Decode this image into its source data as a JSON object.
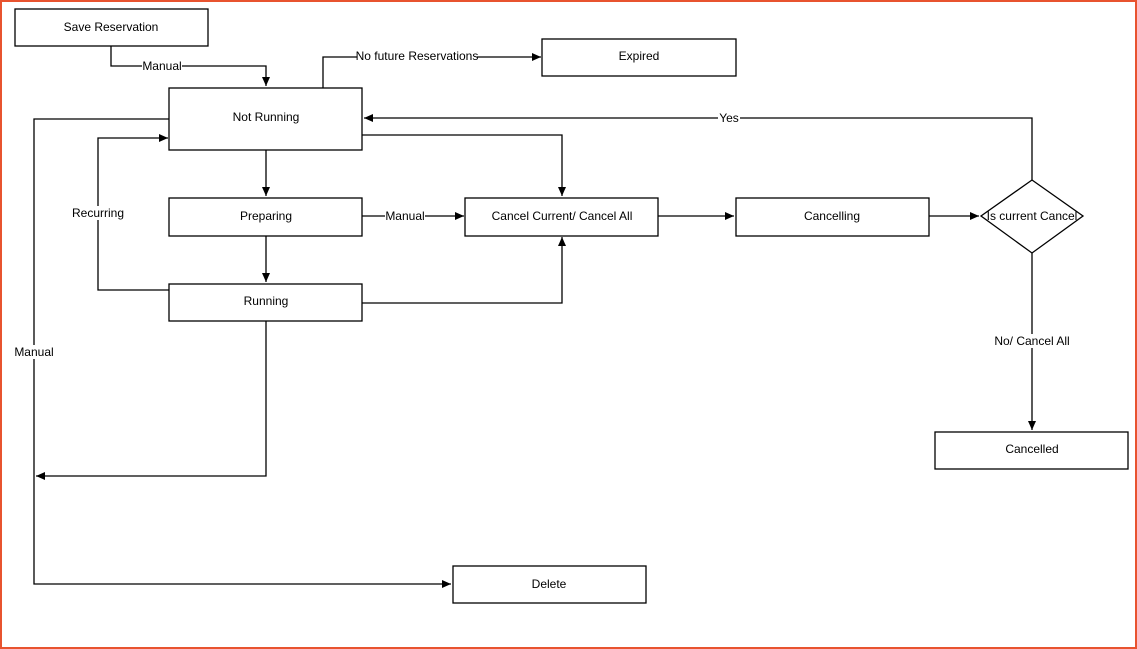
{
  "nodes": {
    "save_reservation": "Save Reservation",
    "not_running": "Not Running",
    "expired": "Expired",
    "preparing": "Preparing",
    "cancel_current": "Cancel Current/ Cancel All",
    "cancelling": "Cancelling",
    "is_current_cancel": "Is current Cancel",
    "running": "Running",
    "cancelled": "Cancelled",
    "delete": "Delete"
  },
  "edges": {
    "save_to_notrunning": "Manual",
    "notrunning_to_expired": "No future Reservations",
    "decision_yes": "Yes",
    "preparing_to_cancel": "Manual",
    "recurring": "Recurring",
    "left_manual": "Manual",
    "decision_no": "No/ Cancel All"
  },
  "colors": {
    "frame_border": "#e8532f",
    "stroke": "#000000",
    "background": "#ffffff"
  }
}
